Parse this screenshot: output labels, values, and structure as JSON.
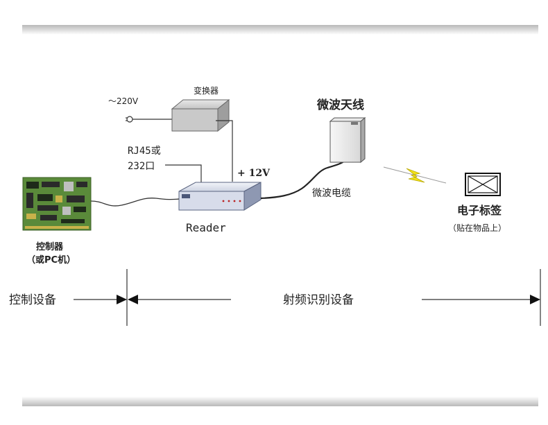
{
  "power_label": "～220V",
  "converter_label": "变换器",
  "interface_label_line1": "RJ45或",
  "interface_label_line2": "232口",
  "voltage_label": "+ 12V",
  "reader_label": "Reader",
  "antenna_label": "微波天线",
  "cable_label": "微波电缆",
  "controller_label_line1": "控制器",
  "controller_label_line2": "（或PC机）",
  "tag_label": "电子标签",
  "tag_sublabel": "（贴在物品上）",
  "section_control": "控制设备",
  "section_rfid": "射频识别设备",
  "colors": {
    "board_green": "#5a8a3a",
    "signal_yellow": "#f2e21a",
    "shadow_gray": "#bdbdbd",
    "reader_body": "#dfe4ef",
    "converter_body": "#cfcfcf"
  },
  "icons": {
    "plug": "power-plug-icon",
    "converter": "power-adapter-icon",
    "reader": "rfid-reader-icon",
    "antenna": "microwave-antenna-icon",
    "tag": "electronic-tag-icon",
    "controller": "circuit-board-icon",
    "signal": "lightning-signal-icon"
  }
}
